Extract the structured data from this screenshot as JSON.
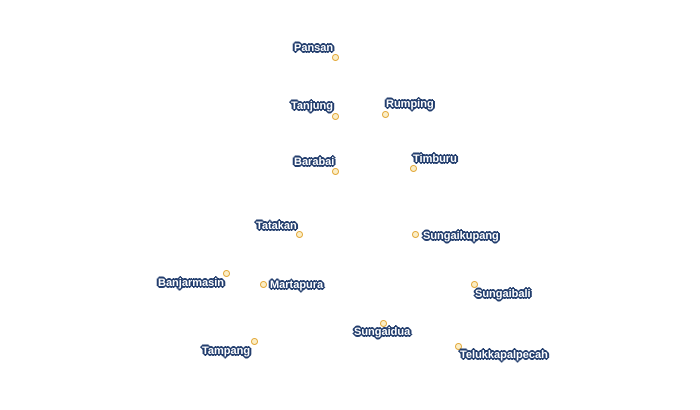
{
  "map": {
    "style": {
      "marker_fill": "#fbeec6",
      "marker_stroke": "#e3a93b",
      "label_fill": "#ffffff",
      "label_halo": "#233e6e"
    },
    "places": [
      {
        "id": "pansan",
        "name": "Pansan"
      },
      {
        "id": "tanjung",
        "name": "Tanjung"
      },
      {
        "id": "rumping",
        "name": "Rumping"
      },
      {
        "id": "barabai",
        "name": "Barabai"
      },
      {
        "id": "timburu",
        "name": "Timburu"
      },
      {
        "id": "tatakan",
        "name": "Tatakan"
      },
      {
        "id": "sungaikupang",
        "name": "Sungaikupang"
      },
      {
        "id": "banjarmasin",
        "name": "Banjarmasin"
      },
      {
        "id": "martapura",
        "name": "Martapura"
      },
      {
        "id": "sungaibali",
        "name": "Sungaibali"
      },
      {
        "id": "sungaidua",
        "name": "Sungaidua"
      },
      {
        "id": "tampang",
        "name": "Tampang"
      },
      {
        "id": "telukkapalpecah",
        "name": "Telukkapalpecah"
      }
    ]
  }
}
